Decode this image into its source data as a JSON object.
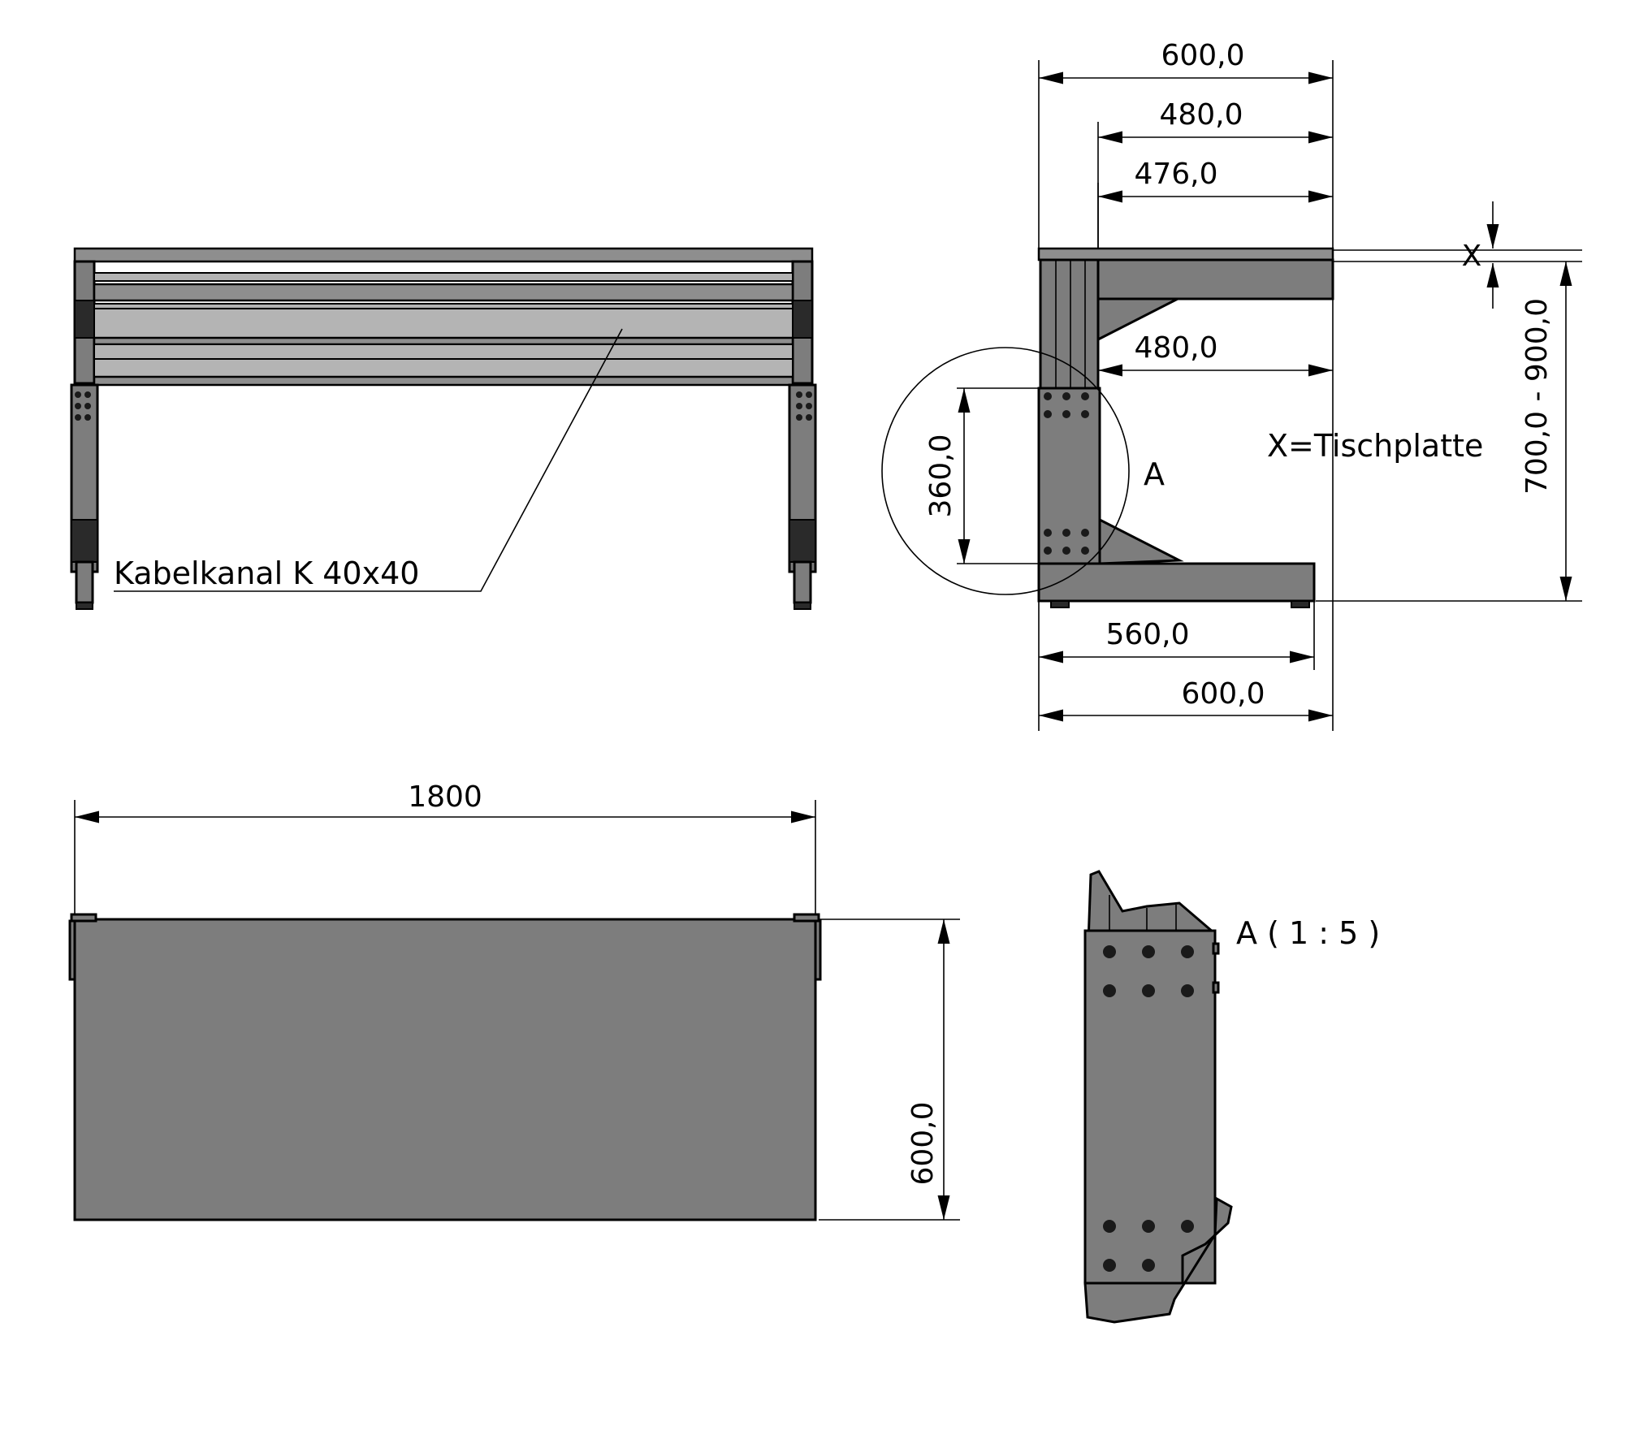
{
  "front_view": {
    "callout_label": "Kabelkanal K 40x40"
  },
  "side_view": {
    "dim_overall_top": "600,0",
    "dim_480_top": "480,0",
    "dim_476": "476,0",
    "dim_480_mid": "480,0",
    "dim_360": "360,0",
    "dim_height": "700,0 - 900,0",
    "dim_560": "560,0",
    "dim_overall_bottom": "600,0",
    "x_marker": "X",
    "x_legend": "X=Tischplatte",
    "detail_marker": "A"
  },
  "top_view": {
    "dim_width": "1800",
    "dim_depth": "600,0"
  },
  "detail_view": {
    "title": "A ( 1 : 5 )"
  },
  "colors": {
    "part_fill": "#7d7d7d",
    "line": "#000000",
    "background": "#ffffff"
  }
}
